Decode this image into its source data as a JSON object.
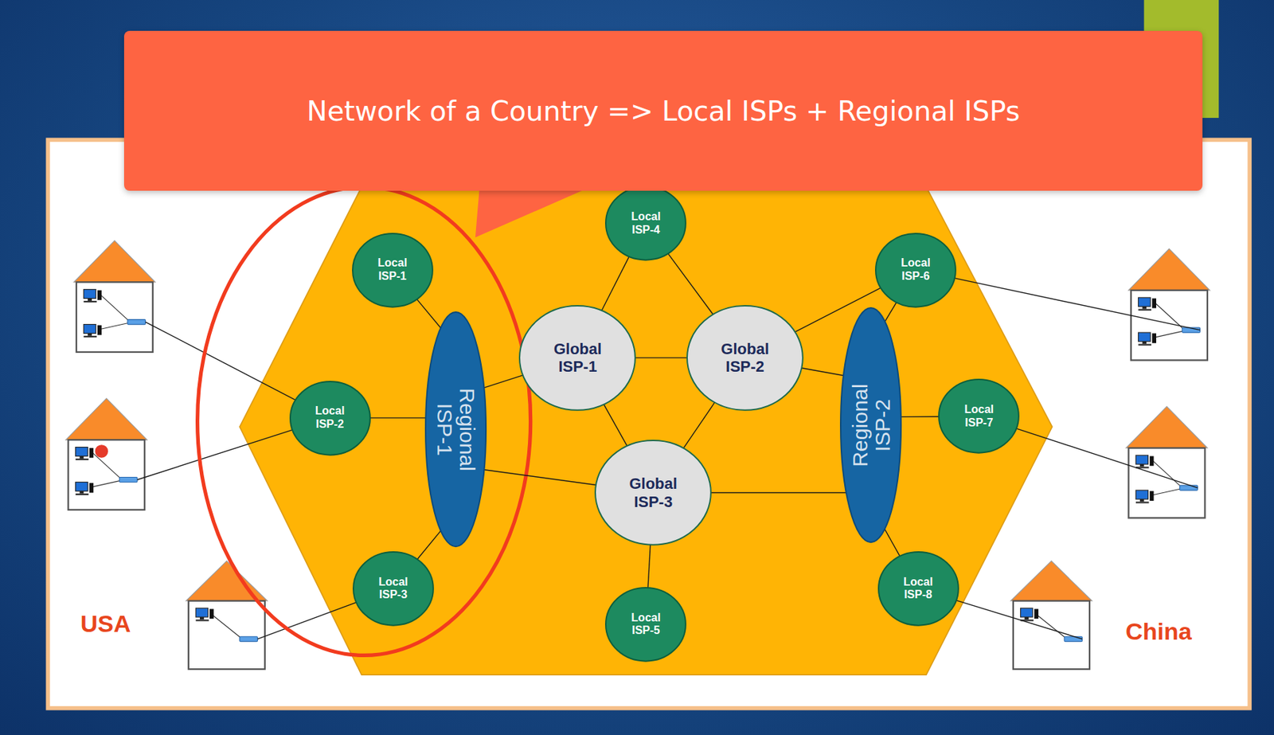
{
  "diagram": {
    "title": "Network of a Country => Local ISPs + Regional ISPs",
    "nodes": [
      {
        "text": [
          "Local ISP-1"
        ]
      },
      {
        "text": [
          "Local ISP-4"
        ]
      },
      {
        "text": [
          "Local ISP-6"
        ]
      },
      {
        "text": [
          "Global ISP-1"
        ]
      },
      {
        "text": [
          "Global ISP-2"
        ]
      },
      {
        "text": [
          "Local ISP-2"
        ]
      },
      {
        "text": [
          "Regional ISP-1"
        ]
      },
      {
        "text": [
          "Regional ISP-2"
        ]
      },
      {
        "text": [
          "Local ISP-7"
        ]
      },
      {
        "text": [
          "Global ISP-3"
        ]
      },
      {
        "text": [
          "Local ISP-3"
        ]
      },
      {
        "text": [
          "Local ISP-5"
        ]
      },
      {
        "text": [
          "Local ISP-8"
        ]
      }
    ],
    "edges": [
      {
        "from": 0,
        "to": 6,
        "arrow": "none"
      },
      {
        "from": 5,
        "to": 6,
        "arrow": "none"
      },
      {
        "from": 10,
        "to": 6,
        "arrow": "none"
      },
      {
        "from": 6,
        "to": 3,
        "arrow": "none"
      },
      {
        "from": 6,
        "to": 9,
        "arrow": "none"
      },
      {
        "from": 1,
        "to": 3,
        "arrow": "none"
      },
      {
        "from": 1,
        "to": 4,
        "arrow": "none"
      },
      {
        "from": 3,
        "to": 4,
        "arrow": "none"
      },
      {
        "from": 3,
        "to": 9,
        "arrow": "none"
      },
      {
        "from": 4,
        "to": 9,
        "arrow": "none"
      },
      {
        "from": 4,
        "to": 2,
        "arrow": "none"
      },
      {
        "from": 4,
        "to": 7,
        "arrow": "none"
      },
      {
        "from": 9,
        "to": 7,
        "arrow": "none"
      },
      {
        "from": 9,
        "to": 11,
        "arrow": "none"
      },
      {
        "from": 2,
        "to": 7,
        "arrow": "none"
      },
      {
        "from": 8,
        "to": 7,
        "arrow": "none"
      },
      {
        "from": 12,
        "to": 7,
        "arrow": "none"
      }
    ],
    "labels": [
      "USA",
      "China"
    ]
  }
}
